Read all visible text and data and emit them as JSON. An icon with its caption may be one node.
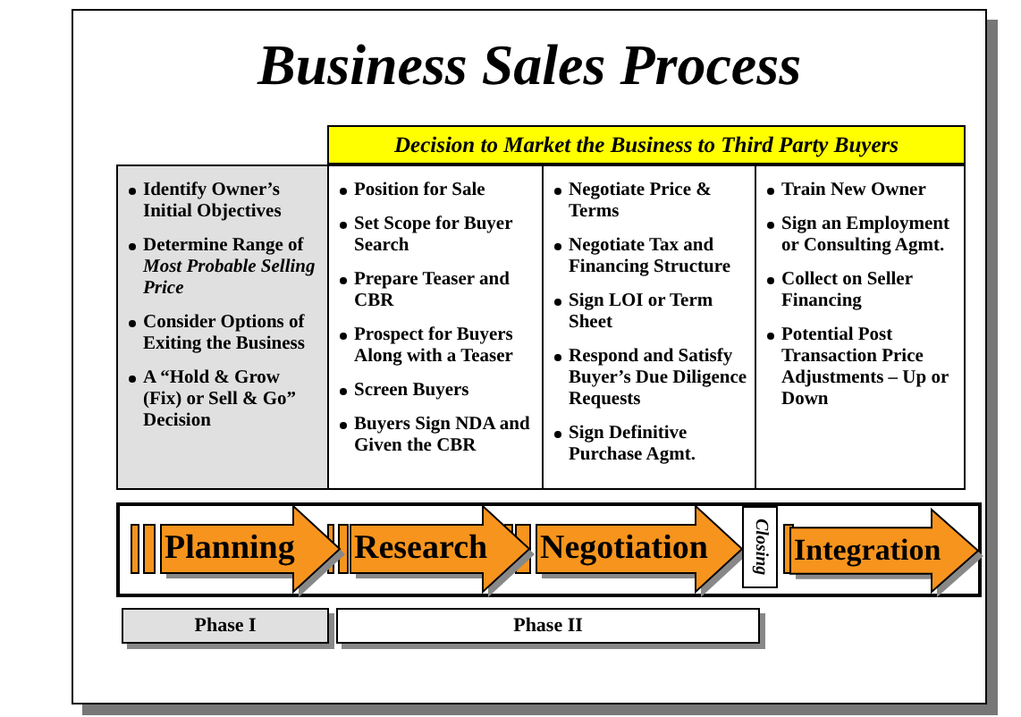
{
  "diagram": {
    "title": "Business Sales Process",
    "nodes": [
      {
        "text": [
          "Decision to Market the Business to Third Party Buyers"
        ]
      },
      {
        "text": [
          "Identify Owner’s Initial Objectives",
          "Determine Range of *Most Probable Selling Price*",
          "Consider Options of Exiting the Business",
          "A “Hold & Grow (Fix) or Sell & Go” Decision"
        ]
      },
      {
        "text": [
          "Position for Sale",
          "Set Scope for Buyer Search",
          "Prepare Teaser and CBR",
          "Prospect for Buyers Along with a Teaser",
          "Screen Buyers",
          "Buyers Sign NDA and Given the CBR"
        ]
      },
      {
        "text": [
          "Negotiate Price & Terms",
          "Negotiate Tax  and Financing Structure",
          "Sign LOI or Term Sheet",
          "Respond and Satisfy Buyer’s Due Diligence Requests",
          "Sign Definitive Purchase Agmt."
        ]
      },
      {
        "text": [
          "Train New Owner",
          "Sign an Employment or Consulting Agmt.",
          "Collect on Seller Financing",
          "Potential Post Transaction Price Adjustments – Up or Down"
        ]
      },
      {
        "text": [
          "Planning"
        ]
      },
      {
        "text": [
          "Research"
        ]
      },
      {
        "text": [
          "Negotiation"
        ]
      },
      {
        "text": [
          "Closing"
        ]
      },
      {
        "text": [
          "Integration"
        ]
      },
      {
        "text": [
          "Phase I"
        ]
      },
      {
        "text": [
          "Phase II"
        ]
      }
    ]
  }
}
